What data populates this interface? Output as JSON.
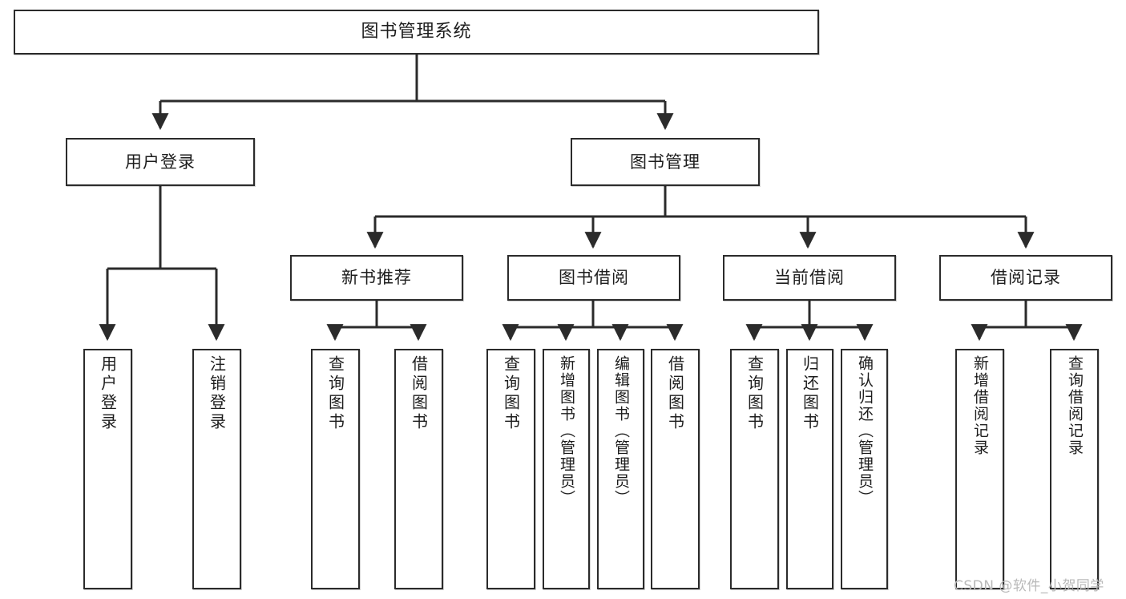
{
  "diagram": {
    "title": "图书管理系统",
    "type": "tree-hierarchy",
    "orientation": "top-down",
    "colors": {
      "node_border": "#2b2b2b",
      "node_fill": "#ffffff",
      "edge": "#2b2b2b",
      "watermark": "#b9b9b9",
      "background": "#ffffff"
    },
    "root": {
      "label": "图书管理系统"
    },
    "level2": [
      {
        "id": "user-login",
        "label": "用户登录"
      },
      {
        "id": "book-management",
        "label": "图书管理"
      }
    ],
    "level3": [
      {
        "id": "new-book-recommend",
        "label": "新书推荐"
      },
      {
        "id": "book-borrow",
        "label": "图书借阅"
      },
      {
        "id": "current-borrow",
        "label": "当前借阅"
      },
      {
        "id": "borrow-record",
        "label": "借阅记录"
      }
    ],
    "leaves": {
      "user_login": [
        {
          "id": "leaf-user-login",
          "label": "用户登录"
        },
        {
          "id": "leaf-logout",
          "label": "注销登录"
        }
      ],
      "new_book_recommend": [
        {
          "id": "leaf-query-book-1",
          "label": "查询图书"
        },
        {
          "id": "leaf-borrow-book-1",
          "label": "借阅图书"
        }
      ],
      "book_borrow": [
        {
          "id": "leaf-query-book-2",
          "label": "查询图书"
        },
        {
          "id": "leaf-add-book",
          "label": "新增图书（管理员）"
        },
        {
          "id": "leaf-edit-book",
          "label": "编辑图书（管理员）"
        },
        {
          "id": "leaf-borrow-book-2",
          "label": "借阅图书"
        }
      ],
      "current_borrow": [
        {
          "id": "leaf-query-book-3",
          "label": "查询图书"
        },
        {
          "id": "leaf-return-book",
          "label": "归还图书"
        },
        {
          "id": "leaf-confirm-return",
          "label": "确认归还（管理员）"
        }
      ],
      "borrow_record": [
        {
          "id": "leaf-add-record",
          "label": "新增借阅记录"
        },
        {
          "id": "leaf-query-record",
          "label": "查询借阅记录"
        }
      ]
    }
  },
  "watermark": {
    "text": "CSDN @软件_小贺同学"
  }
}
